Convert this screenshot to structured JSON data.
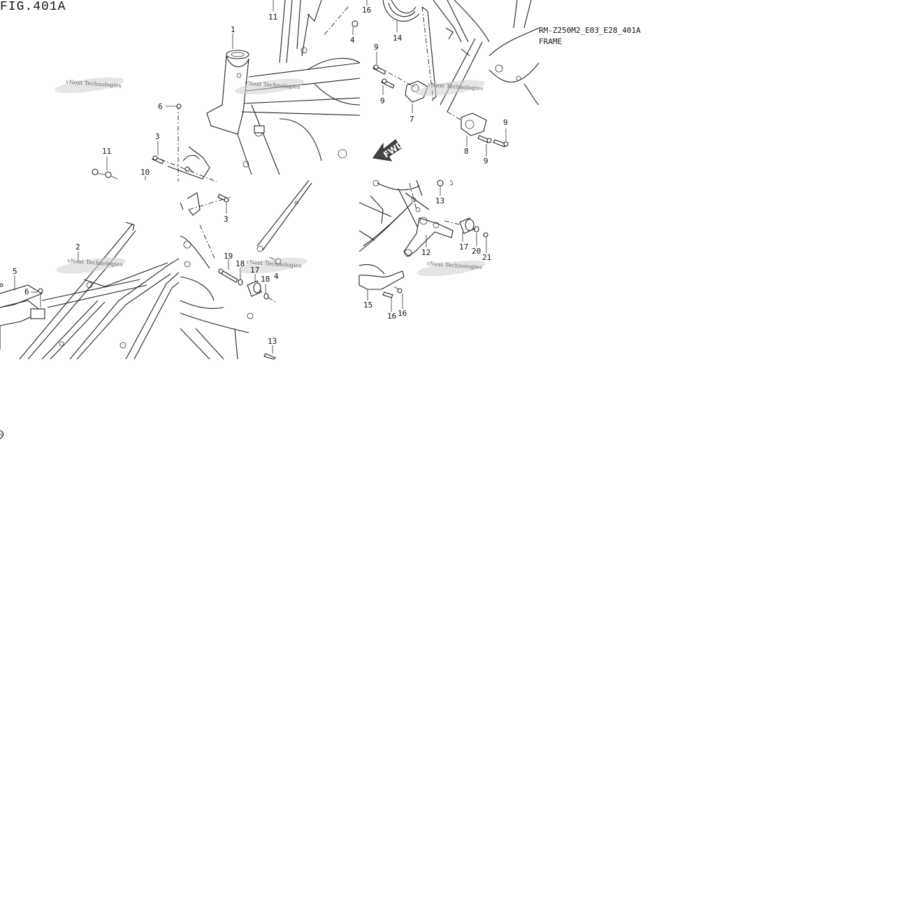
{
  "figure": {
    "title": "FIG.401A",
    "model_code": "RM-Z250M2_E03_E28_401A",
    "section": "FRAME"
  },
  "watermark": "vNext Technologies",
  "direction_label": "FWD",
  "callouts": [
    {
      "id": "c1",
      "text": "1"
    },
    {
      "id": "c2",
      "text": "2"
    },
    {
      "id": "c3a",
      "text": "3"
    },
    {
      "id": "c3b",
      "text": "3"
    },
    {
      "id": "c4a",
      "text": "4"
    },
    {
      "id": "c4b",
      "text": "4"
    },
    {
      "id": "c5",
      "text": "5"
    },
    {
      "id": "c6a",
      "text": "6"
    },
    {
      "id": "c6b",
      "text": "6"
    },
    {
      "id": "c7",
      "text": "7"
    },
    {
      "id": "c8",
      "text": "8"
    },
    {
      "id": "c9a",
      "text": "9"
    },
    {
      "id": "c9b",
      "text": "9"
    },
    {
      "id": "c9c",
      "text": "9"
    },
    {
      "id": "c9d",
      "text": "9"
    },
    {
      "id": "c10",
      "text": "10"
    },
    {
      "id": "c11a",
      "text": "11"
    },
    {
      "id": "c11b",
      "text": "11"
    },
    {
      "id": "c12",
      "text": "12"
    },
    {
      "id": "c13a",
      "text": "13"
    },
    {
      "id": "c13b",
      "text": "13"
    },
    {
      "id": "c14",
      "text": "14"
    },
    {
      "id": "c15",
      "text": "15"
    },
    {
      "id": "c16a",
      "text": "16"
    },
    {
      "id": "c16b",
      "text": "16"
    },
    {
      "id": "c16c",
      "text": "16"
    },
    {
      "id": "c17a",
      "text": "17"
    },
    {
      "id": "c17b",
      "text": "17"
    },
    {
      "id": "c18a",
      "text": "18"
    },
    {
      "id": "c18b",
      "text": "18"
    },
    {
      "id": "c19",
      "text": "19"
    },
    {
      "id": "c20",
      "text": "20"
    },
    {
      "id": "c21",
      "text": "21"
    }
  ]
}
